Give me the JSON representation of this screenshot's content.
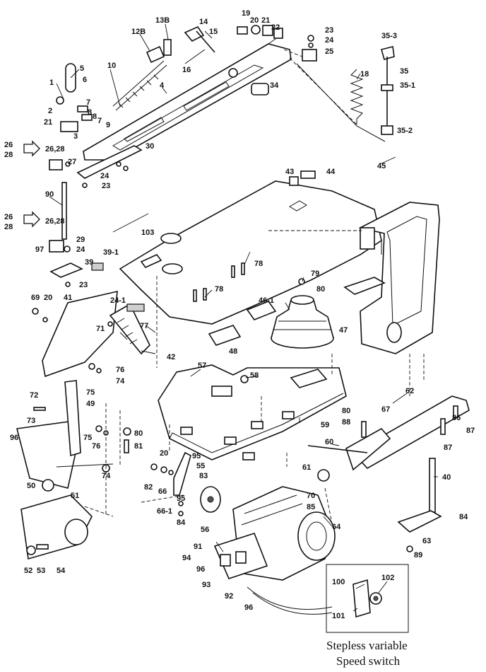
{
  "callouts": {
    "c1": "1",
    "c2": "2",
    "c3": "3",
    "c4": "4",
    "c5": "5",
    "c6": "6",
    "c7a": "7",
    "c7b": "7",
    "c8a": "8",
    "c8b": "8",
    "c9": "9",
    "c10": "10",
    "c12b": "12B",
    "c13b": "13B",
    "c14": "14",
    "c15": "15",
    "c16": "16",
    "c18": "18",
    "c19": "19",
    "c20a": "20",
    "c21a": "21",
    "c22": "22",
    "c23a": "23",
    "c24a": "24",
    "c25": "25",
    "c35_3": "35-3",
    "c35": "35",
    "c35_1": "35-1",
    "c35_2": "35-2",
    "c21b": "21",
    "c34": "34",
    "c30": "30",
    "c26_28a": "26,28",
    "c27": "27",
    "c24b": "24",
    "c23b": "23",
    "c43": "43",
    "c44": "44",
    "c45": "45",
    "c90": "90",
    "c26_28b": "26,28",
    "c29": "29",
    "c97": "97",
    "c24c": "24",
    "c39": "39",
    "c23c": "23",
    "c39_1": "39-1",
    "c103": "103",
    "c78a": "78",
    "c78b": "78",
    "c79": "79",
    "c80a": "80",
    "c46_1": "46-1",
    "c47": "47",
    "c69": "69",
    "c20b": "20",
    "c41": "41",
    "c24_1": "24-1",
    "c71": "71",
    "c77": "77",
    "c48": "48",
    "c42": "42",
    "c57": "57",
    "c58": "58",
    "c76a": "76",
    "c74a": "74",
    "c75a": "75",
    "c49": "49",
    "c72": "72",
    "c73": "73",
    "c96a": "96",
    "c75b": "75",
    "c76b": "76",
    "c80b": "80",
    "c81": "81",
    "c50": "50",
    "c51": "51",
    "c74b": "74",
    "c62": "62",
    "c59": "59",
    "c80c": "80",
    "c67": "67",
    "c86": "86",
    "c87a": "87",
    "c88": "88",
    "c87b": "87",
    "c60": "60",
    "c61": "61",
    "c20c": "20",
    "c95a": "95",
    "c55": "55",
    "c83": "83",
    "c82": "82",
    "c66": "66",
    "c95b": "95",
    "c66_1": "66-1",
    "c84a": "84",
    "c56": "56",
    "c70": "70",
    "c85": "85",
    "c40": "40",
    "c84b": "84",
    "c63": "63",
    "c89": "89",
    "c64": "64",
    "c91": "91",
    "c94": "94",
    "c96b": "96",
    "c93": "93",
    "c92": "92",
    "c96c": "96",
    "c100": "100",
    "c102": "102",
    "c101": "101",
    "c52": "52",
    "c53": "53",
    "c54": "54"
  },
  "side_marks": {
    "top_a": "26",
    "top_b": "28",
    "bot_a": "26",
    "bot_b": "28"
  },
  "caption": {
    "line1": "Stepless variable",
    "line2": "Speed switch"
  }
}
